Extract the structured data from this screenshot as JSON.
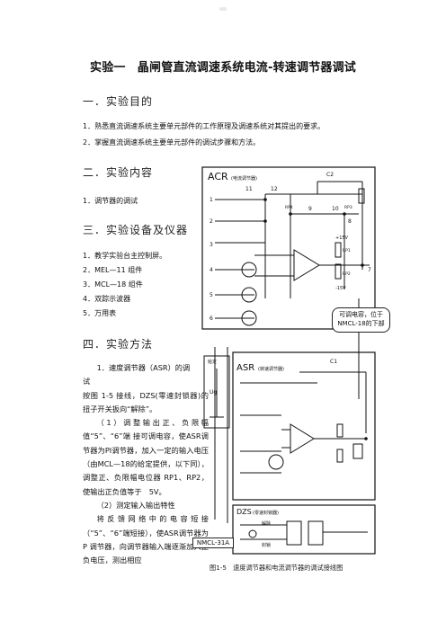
{
  "title": "实验一　晶闸管直流调速系统电流-转速调节器调试",
  "sections": {
    "s1": "一．实验目的",
    "s2": "二．实验内容",
    "s3": "三．实验设备及仪器",
    "s4": "四．实验方法"
  },
  "purpose": [
    "1．熟悉直流调速系统主要单元部件的工作原理及调速系统对其提出的要求。",
    "2．掌握直流调速系统主要单元部件的调试步骤和方法。"
  ],
  "content": [
    "1．调节器的调试"
  ],
  "equipment": [
    "1．教学实验台主控制屏。",
    "2．MEL—11 组件",
    "3．MCL—18 组件",
    "4．双踪示波器",
    "5．万用表"
  ],
  "method": {
    "item1_a": "1．速度调节器（ASR）的调",
    "item1_b": "试",
    "p1": "按图 1-5 接线，DZS(零速封锁器)的扭子开关扳向“解除”。",
    "p2": "（1）调整输出正、负限幅值“5”、“6”端 接可调电容，使ASR调节器为PI调节器，加入一定的输入电压（由MCL—18的给定提供，以下同），调整正、负限幅电位器 RP1、RP2，使输出正负值等于　5V。",
    "p3": "（2）测定输入输出特性",
    "p4": "将反馈网络中的电容短接（“5”、“6”端短接），使ASR调节器为　P 调节器，向调节器输入端逐渐加入正负电压，测出相应"
  },
  "figure": {
    "acr_label": "ACR",
    "acr_sub": "(电流调节器)",
    "asr_label": "ASR",
    "asr_sub": "(转速调节器)",
    "dzs_label": "DZS",
    "dzs_sub": "(零速封锁器)",
    "c1": "C1",
    "c2": "C2",
    "rp1": "RP1",
    "rp2": "RP2",
    "rp3": "RP3",
    "rp4": "RP4",
    "p15": "+15V",
    "m15": "-15V",
    "ug": "Ug",
    "given": "给定",
    "release": "解除",
    "lock": "封锁",
    "callout_1": "可调电容，位于",
    "callout_2": "NMCL-18的下部",
    "nmcl": "NMCL-31A",
    "n11": "11",
    "n12": "12",
    "n9": "9",
    "n10": "10",
    "n8": "8",
    "n7": "7",
    "n1": "1",
    "n2": "2",
    "n3": "3",
    "n4": "4",
    "n5": "5",
    "n6": "6"
  },
  "caption": "图1-5　速度调节器和电流调节器的调试接线图"
}
